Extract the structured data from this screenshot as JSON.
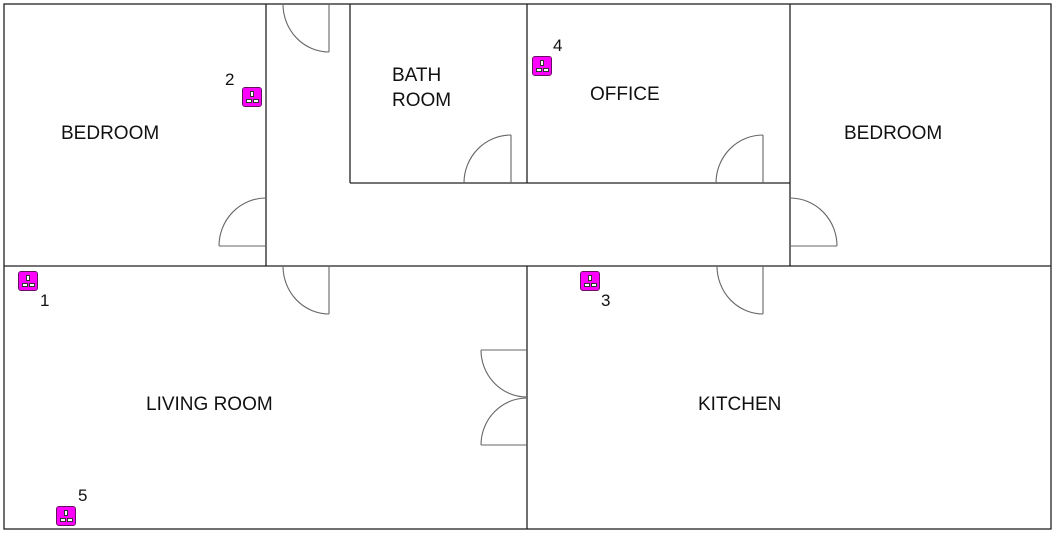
{
  "floorplan": {
    "colors": {
      "wall": "#222222",
      "door_arc": "#777777",
      "socket_fill": "#ff00ff",
      "socket_border": "#66115f",
      "background": "#ffffff"
    },
    "rooms": [
      {
        "id": "bedroom-left",
        "label": "BEDROOM"
      },
      {
        "id": "bathroom",
        "label": "BATH\nROOM"
      },
      {
        "id": "office",
        "label": "OFFICE"
      },
      {
        "id": "bedroom-right",
        "label": "BEDROOM"
      },
      {
        "id": "living-room",
        "label": "LIVING ROOM"
      },
      {
        "id": "kitchen",
        "label": "KITCHEN"
      }
    ],
    "sockets": [
      {
        "number": "1",
        "room": "LIVING ROOM"
      },
      {
        "number": "2",
        "room": "BEDROOM"
      },
      {
        "number": "3",
        "room": "KITCHEN"
      },
      {
        "number": "4",
        "room": "OFFICE"
      },
      {
        "number": "5",
        "room": "LIVING ROOM"
      }
    ]
  }
}
